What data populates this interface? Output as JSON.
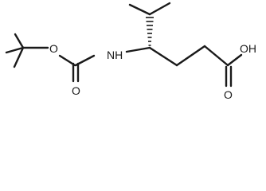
{
  "molecule": {
    "atoms": {
      "ester_oxygen": "O",
      "carbonyl_oxygen": "O",
      "amine": "NH",
      "acid_oxygen": "O",
      "hydroxyl": "OH"
    }
  }
}
